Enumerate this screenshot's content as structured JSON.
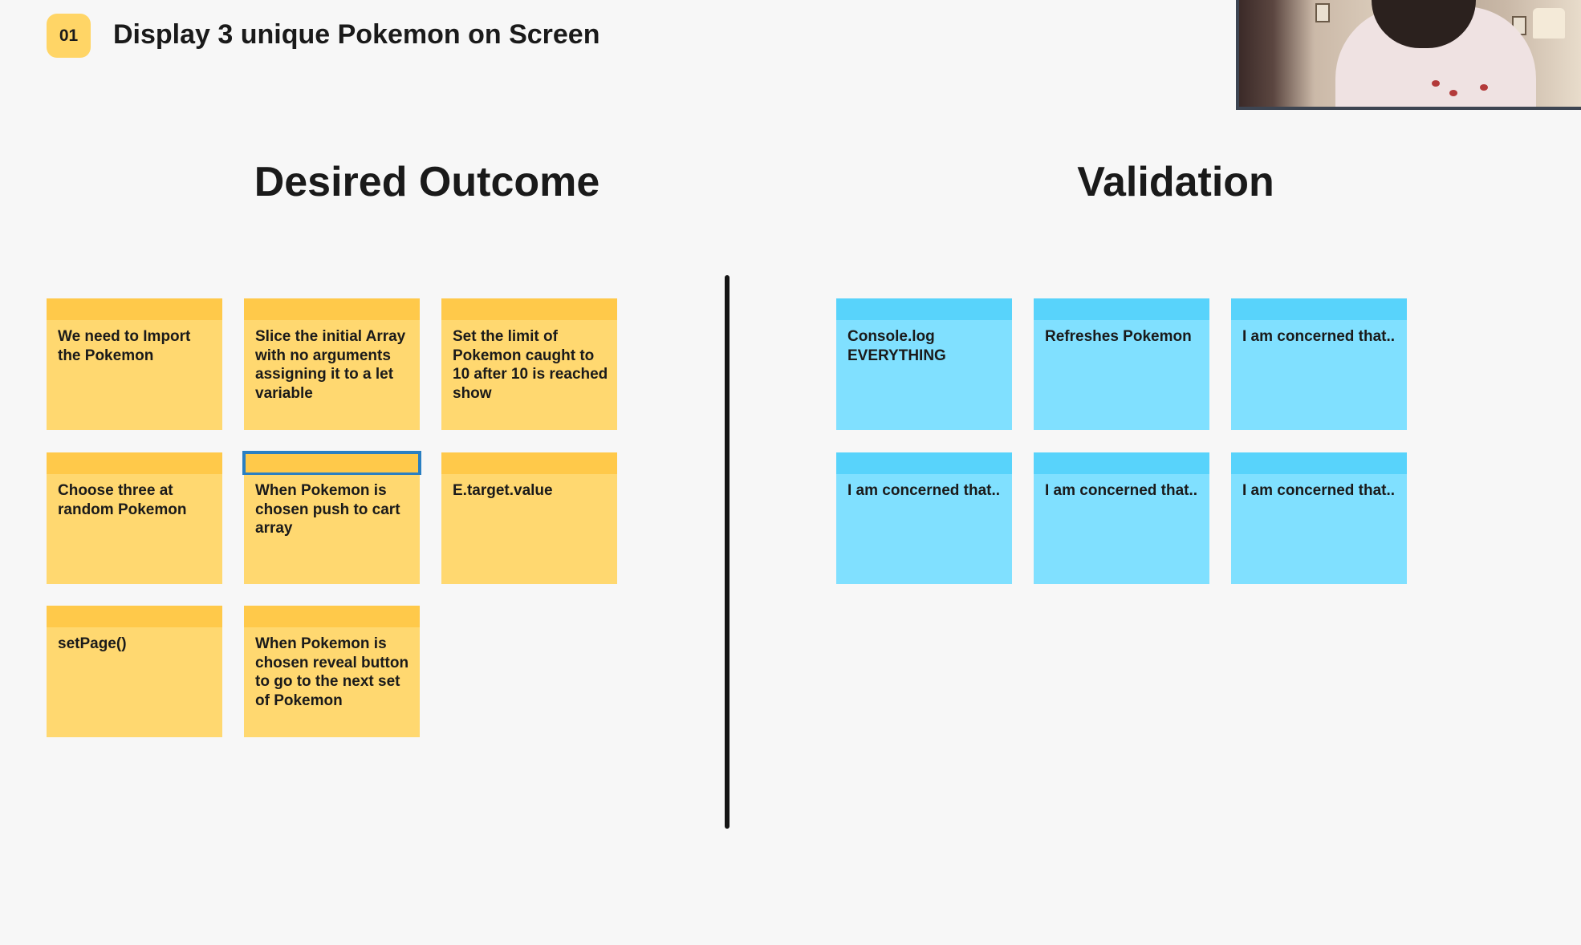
{
  "header": {
    "badge": "01",
    "title": "Display 3 unique Pokemon on Screen"
  },
  "sections": {
    "desired_outcome": "Desired Outcome",
    "validation": "Validation"
  },
  "desired_notes": [
    "We need to Import the Pokemon",
    "Slice the initial Array with no arguments assigning it to a let variable",
    "Set the limit of Pokemon caught to 10 after 10 is reached show",
    "Choose three at random Pokemon",
    "When Pokemon is chosen push to cart array",
    "E.target.value",
    "setPage()",
    "When Pokemon is chosen reveal button to go to the next set of Pokemon"
  ],
  "validation_notes": [
    "Console.log EVERYTHING",
    "Refreshes Pokemon",
    "I am concerned that..",
    "I am concerned that..",
    "I am concerned that..",
    "I am concerned that.."
  ],
  "colors": {
    "yellow_note": "#ffd870",
    "yellow_band": "#ffc94a",
    "blue_note": "#80e0ff",
    "blue_band": "#58d3fb",
    "selection": "#2a7fc2"
  }
}
